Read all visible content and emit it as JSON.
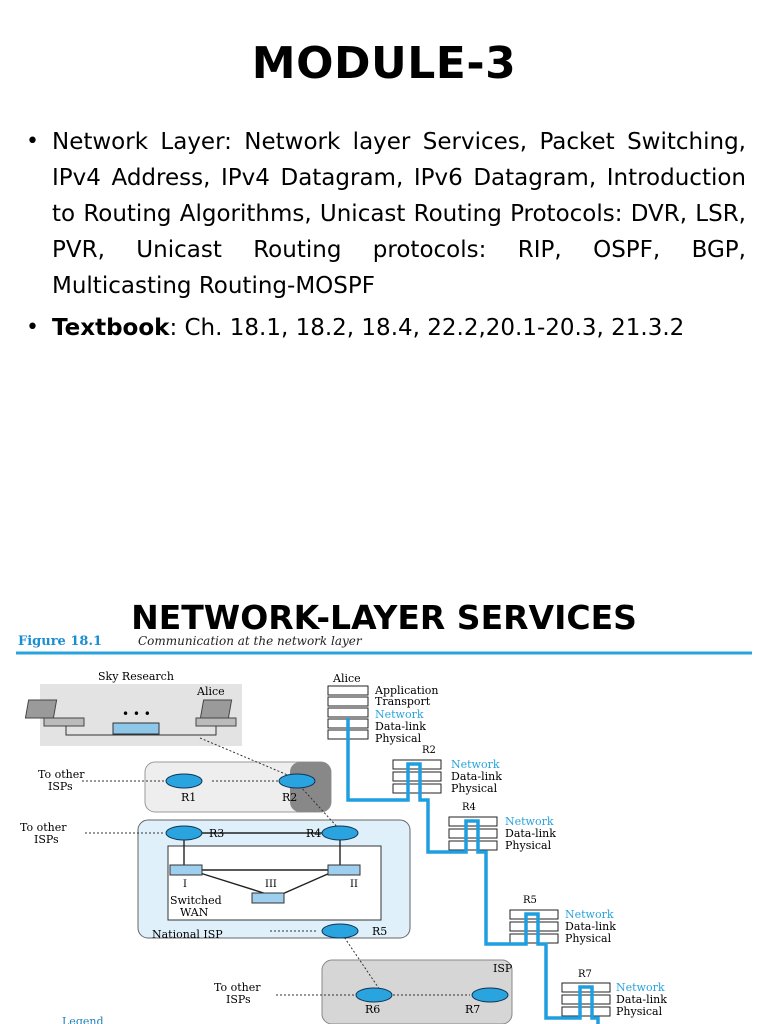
{
  "slide1": {
    "title": "MODULE-3",
    "bullet1": "Network Layer: Network layer Services, Packet Switching, IPv4 Address, IPv4 Datagram, IPv6 Datagram, Introduction to Routing Algorithms, Unicast Routing Protocols: DVR, LSR, PVR, Unicast Routing protocols: RIP, OSPF, BGP, Multicasting Routing-MOSPF",
    "bullet2_label": "Textbook",
    "bullet2_sep": ":",
    "bullet2_text": " Ch. 18.1, 18.2, 18.4, 22.2,20.1-20.3, 21.3.2"
  },
  "slide2": {
    "title": "NETWORK-LAYER SERVICES",
    "figure_label": "Figure 18.1",
    "figure_caption": "Communication at the network layer",
    "sky_research": "Sky Research",
    "alice_left": "Alice",
    "dots": "• • •",
    "to_other_isps": "To other",
    "isps": "ISPs",
    "switched": "Switched",
    "wan": "WAN",
    "national_isp": "National ISP",
    "isp": "ISP",
    "legend": "Legend",
    "routers": {
      "r1": "R1",
      "r2": "R2",
      "r3": "R3",
      "r4": "R4",
      "r5": "R5",
      "r6": "R6",
      "r7": "R7"
    },
    "switches": {
      "s1": "I",
      "s2": "II",
      "s3": "III"
    },
    "stack_alice": {
      "name": "Alice",
      "layers": [
        "Application",
        "Transport",
        "Network",
        "Data-link",
        "Physical"
      ]
    },
    "stack_router": {
      "layers": [
        "Network",
        "Data-link",
        "Physical"
      ]
    },
    "colors": {
      "accent": "#29a3dd",
      "link": "#1f9fe0"
    }
  }
}
